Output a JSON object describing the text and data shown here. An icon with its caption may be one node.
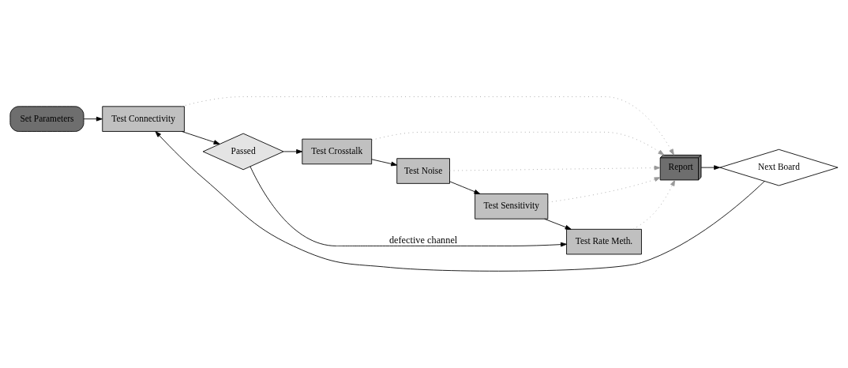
{
  "diagram": {
    "nodes": [
      {
        "text": [
          "Set Parameters"
        ]
      },
      {
        "text": [
          "Test Connectivity"
        ]
      },
      {
        "text": [
          "Passed"
        ]
      },
      {
        "text": [
          "Test Crosstalk"
        ]
      },
      {
        "text": [
          "Test Noise"
        ]
      },
      {
        "text": [
          "Test Sensitivity"
        ]
      },
      {
        "text": [
          "Test Rate Meth."
        ]
      },
      {
        "text": [
          "Report"
        ]
      },
      {
        "text": [
          "Next Board"
        ]
      }
    ],
    "edges": [
      {
        "from": 0,
        "to": 1,
        "arrow": "to"
      },
      {
        "from": 1,
        "to": 2,
        "arrow": "to"
      },
      {
        "from": 2,
        "to": 3,
        "arrow": "to"
      },
      {
        "from": 3,
        "to": 4,
        "arrow": "to"
      },
      {
        "from": 4,
        "to": 5,
        "arrow": "to"
      },
      {
        "from": 5,
        "to": 6,
        "arrow": "to"
      },
      {
        "from": 2,
        "to": 6,
        "arrow": "to",
        "label": "defective channel"
      },
      {
        "from": 1,
        "to": 7,
        "arrow": "to",
        "style": "dashed",
        "color": "#999999"
      },
      {
        "from": 3,
        "to": 7,
        "arrow": "to",
        "style": "dashed",
        "color": "#999999"
      },
      {
        "from": 4,
        "to": 7,
        "arrow": "to",
        "style": "dashed",
        "color": "#999999"
      },
      {
        "from": 5,
        "to": 7,
        "arrow": "to",
        "style": "dashed",
        "color": "#999999"
      },
      {
        "from": 6,
        "to": 7,
        "arrow": "to",
        "style": "dashed",
        "color": "#999999"
      },
      {
        "from": 7,
        "to": 8,
        "arrow": "to"
      },
      {
        "from": 8,
        "to": 1,
        "arrow": "to"
      }
    ]
  }
}
